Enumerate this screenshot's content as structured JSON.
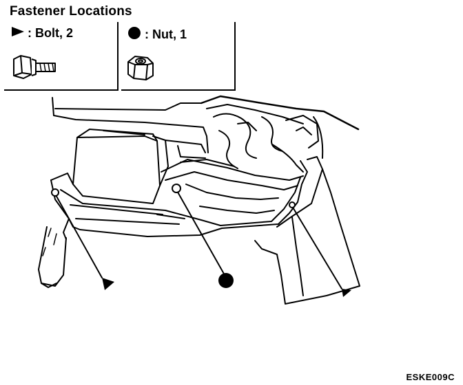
{
  "header": {
    "title": "Fastener Locations"
  },
  "legend": {
    "bolt": {
      "icon": "triangle-marker-icon",
      "label": ": Bolt, 2"
    },
    "nut": {
      "icon": "circle-marker-icon",
      "label": ": Nut, 1"
    }
  },
  "footer": {
    "reference_code": "ESKE009C"
  },
  "colors": {
    "ink": "#000000",
    "paper": "#ffffff"
  }
}
